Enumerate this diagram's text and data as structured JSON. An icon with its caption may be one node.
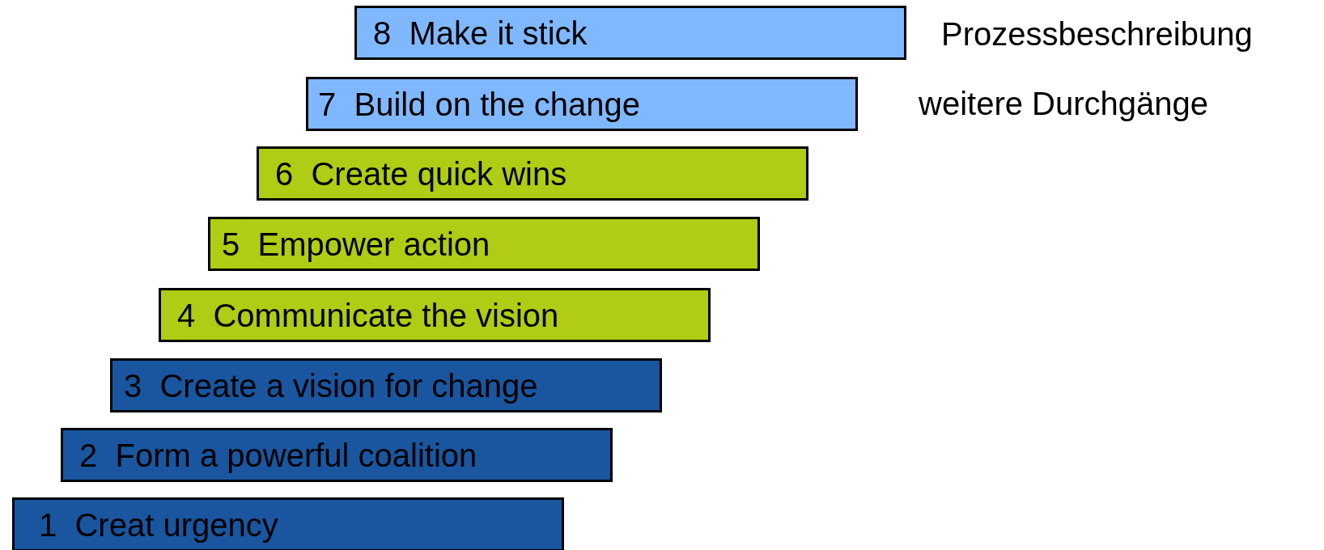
{
  "diagram": {
    "nodes": [
      {
        "text": [
          "1  Creat urgency"
        ]
      },
      {
        "text": [
          "2  Form a powerful coalition"
        ]
      },
      {
        "text": [
          "3  Create a vision for change"
        ]
      },
      {
        "text": [
          "4  Communicate the vision"
        ]
      },
      {
        "text": [
          "5  Empower action"
        ]
      },
      {
        "text": [
          "6  Create quick wins"
        ]
      },
      {
        "text": [
          "7  Build on the change"
        ]
      },
      {
        "text": [
          "8  Make it stick"
        ]
      }
    ],
    "labels": [
      "Prozessbeschreibung",
      "weitere Durchgänge"
    ]
  }
}
